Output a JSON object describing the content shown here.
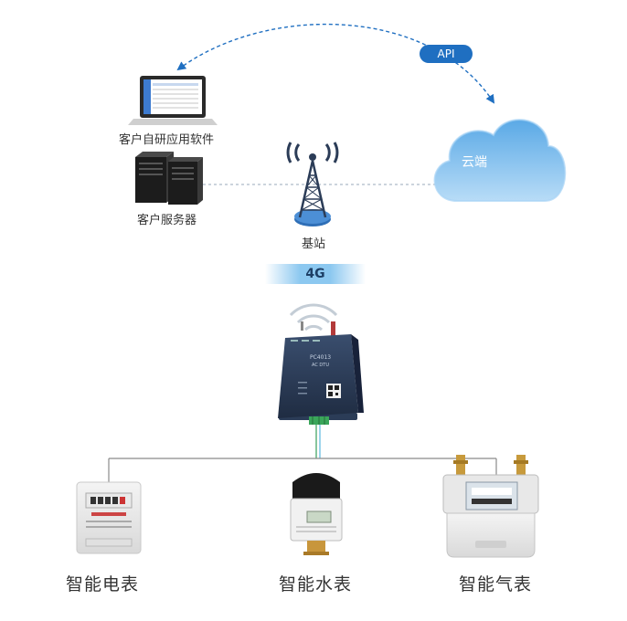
{
  "labels": {
    "client_software": "客户自研应用软件",
    "client_server": "客户服务器",
    "base_station": "基站",
    "cloud": "云端",
    "api": "API",
    "network": "4G",
    "electric_meter": "智能电表",
    "water_meter": "智能水表",
    "gas_meter": "智能气表"
  },
  "device": {
    "model": "PC4013",
    "sub": "AC DTU"
  },
  "colors": {
    "accent_blue": "#1f6fc1",
    "cloud_blue": "#7ec0ee",
    "device_dark": "#2b3c57",
    "line_gray": "#8a8a8a"
  }
}
